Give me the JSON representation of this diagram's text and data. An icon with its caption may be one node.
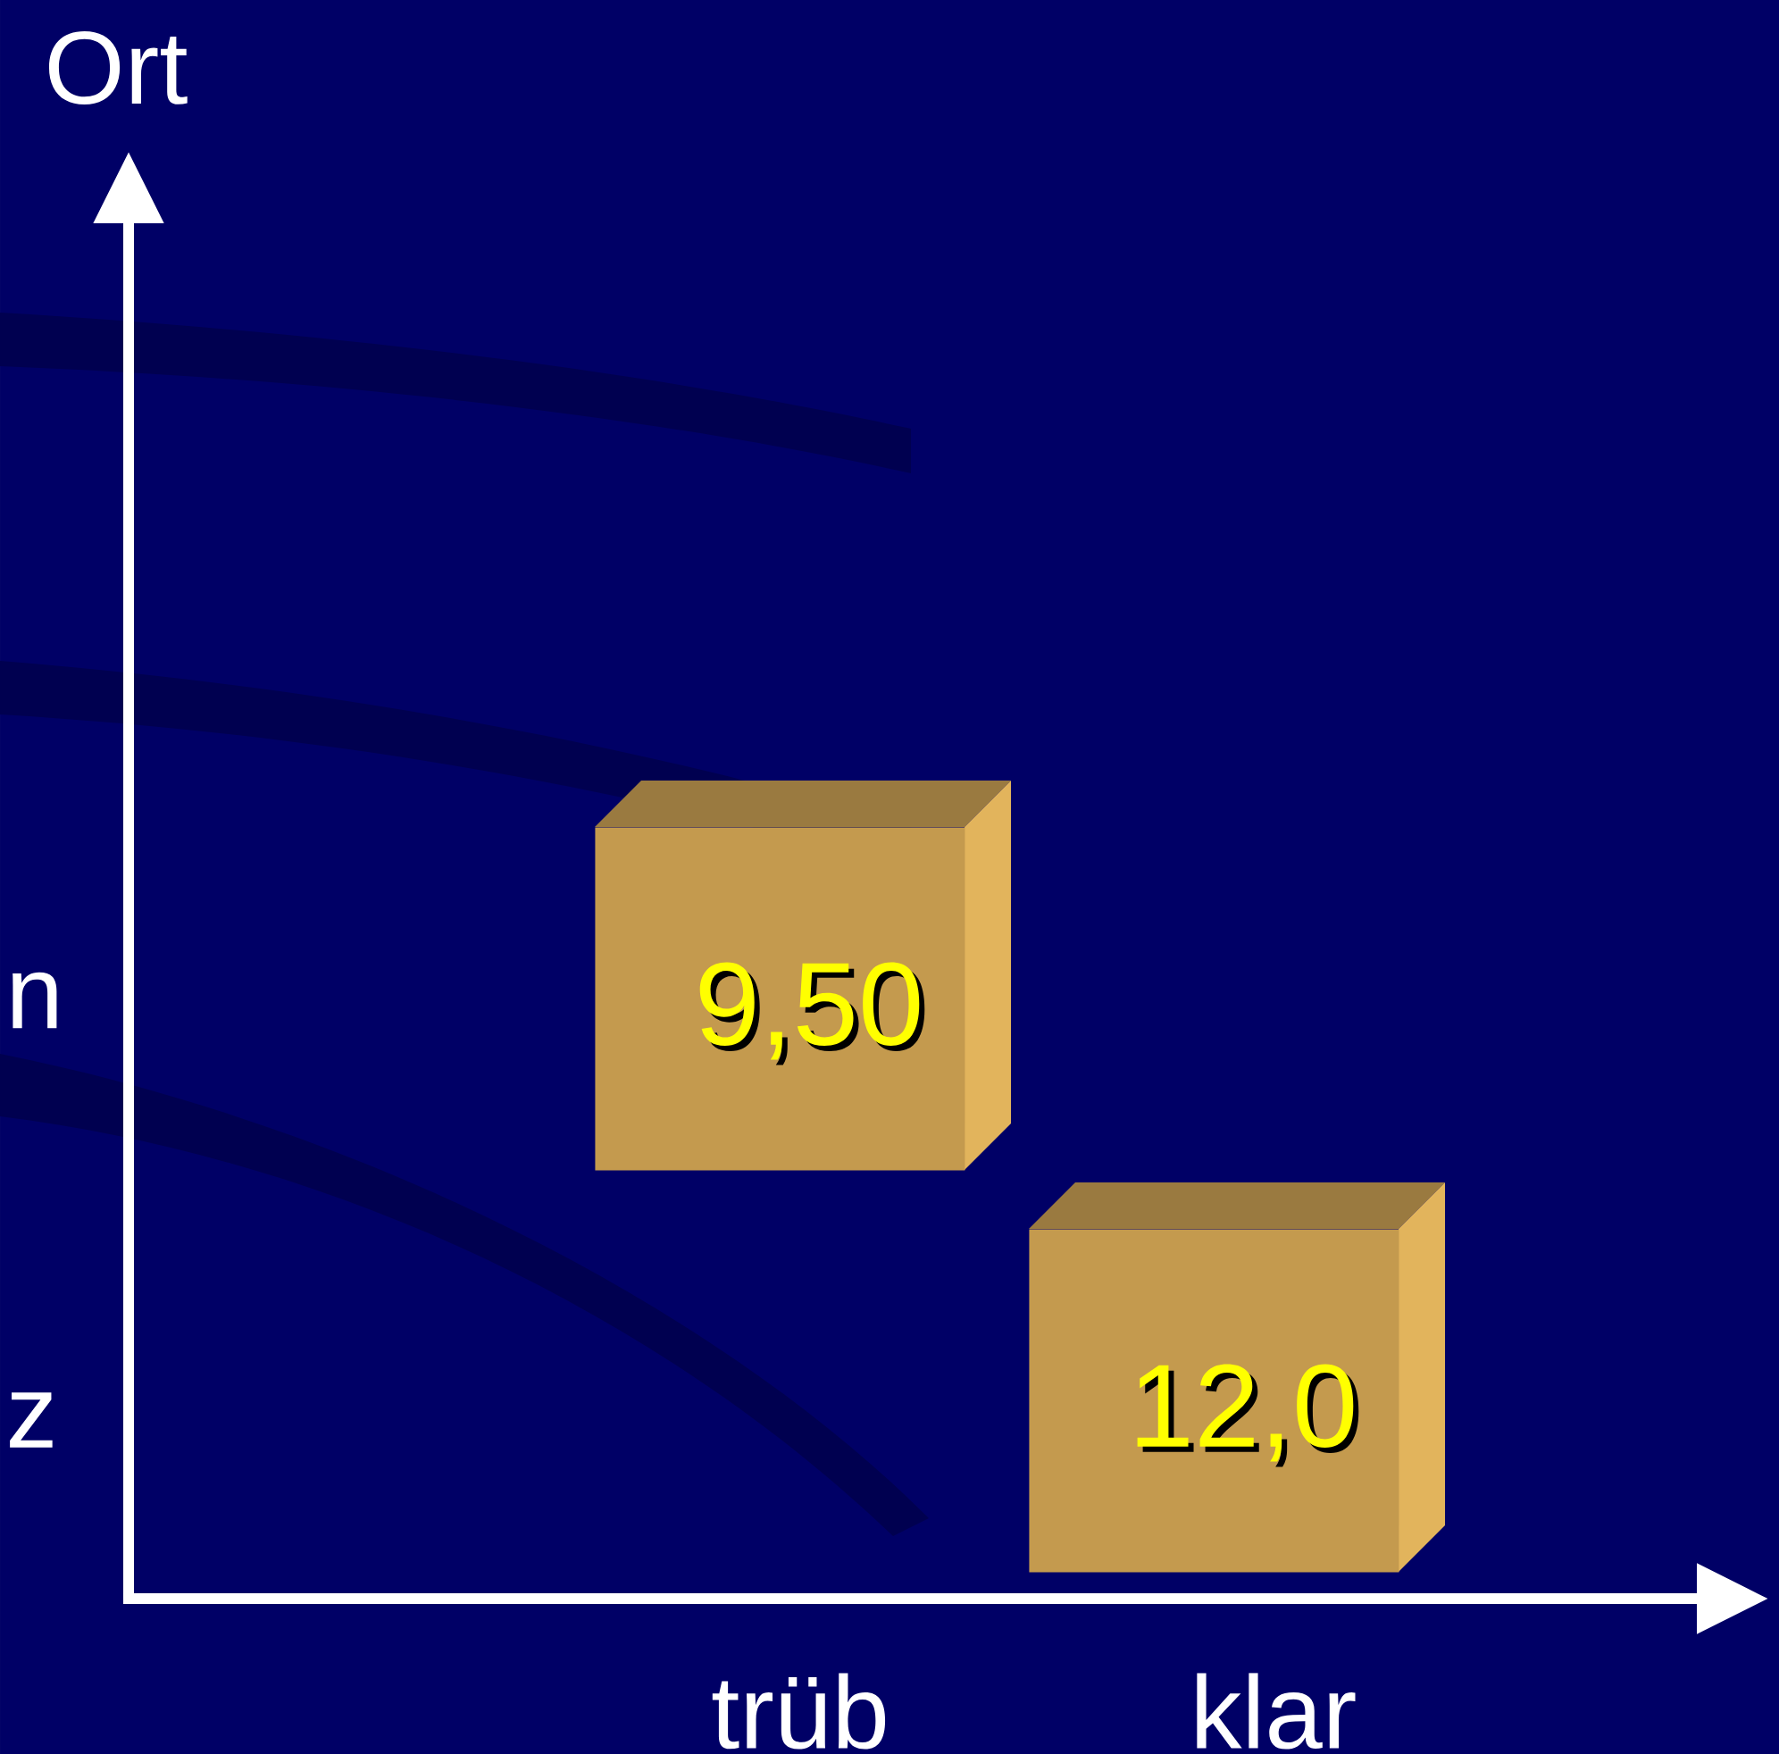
{
  "diagram": {
    "nodes": [
      {
        "text": [
          "9,50"
        ]
      },
      {
        "text": [
          "12,0"
        ]
      }
    ],
    "edges": [],
    "labels": [
      "Ort",
      "n",
      "z",
      "trüb",
      "klar"
    ]
  }
}
